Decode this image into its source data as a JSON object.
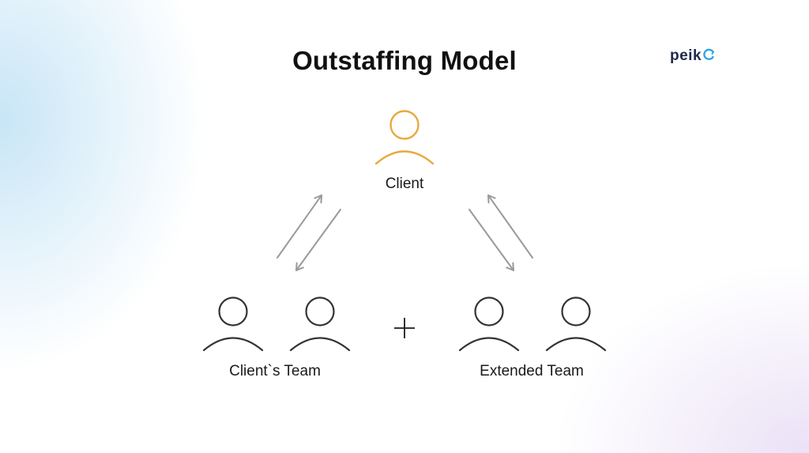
{
  "title": "Outstaffing Model",
  "logo": {
    "text": "peik",
    "icon": "peiko-logo-mark-icon",
    "colors": {
      "text": "#1e2a4a",
      "accent": "#2fa4e7"
    }
  },
  "nodes": {
    "client": {
      "label": "Client",
      "icon": "person-icon",
      "color": "#e8a93c"
    },
    "clients_team": {
      "label": "Client`s Team",
      "icon": "person-icon",
      "count": 2,
      "color": "#333333"
    },
    "extended_team": {
      "label": "Extended Team",
      "icon": "person-icon",
      "count": 2,
      "color": "#333333"
    }
  },
  "connectors": {
    "plus_sign": "+",
    "arrow_color": "#9a9a9a"
  },
  "colors": {
    "background": "#ffffff",
    "glow_left": "#bee1f5",
    "glow_right": "#e8def5"
  }
}
